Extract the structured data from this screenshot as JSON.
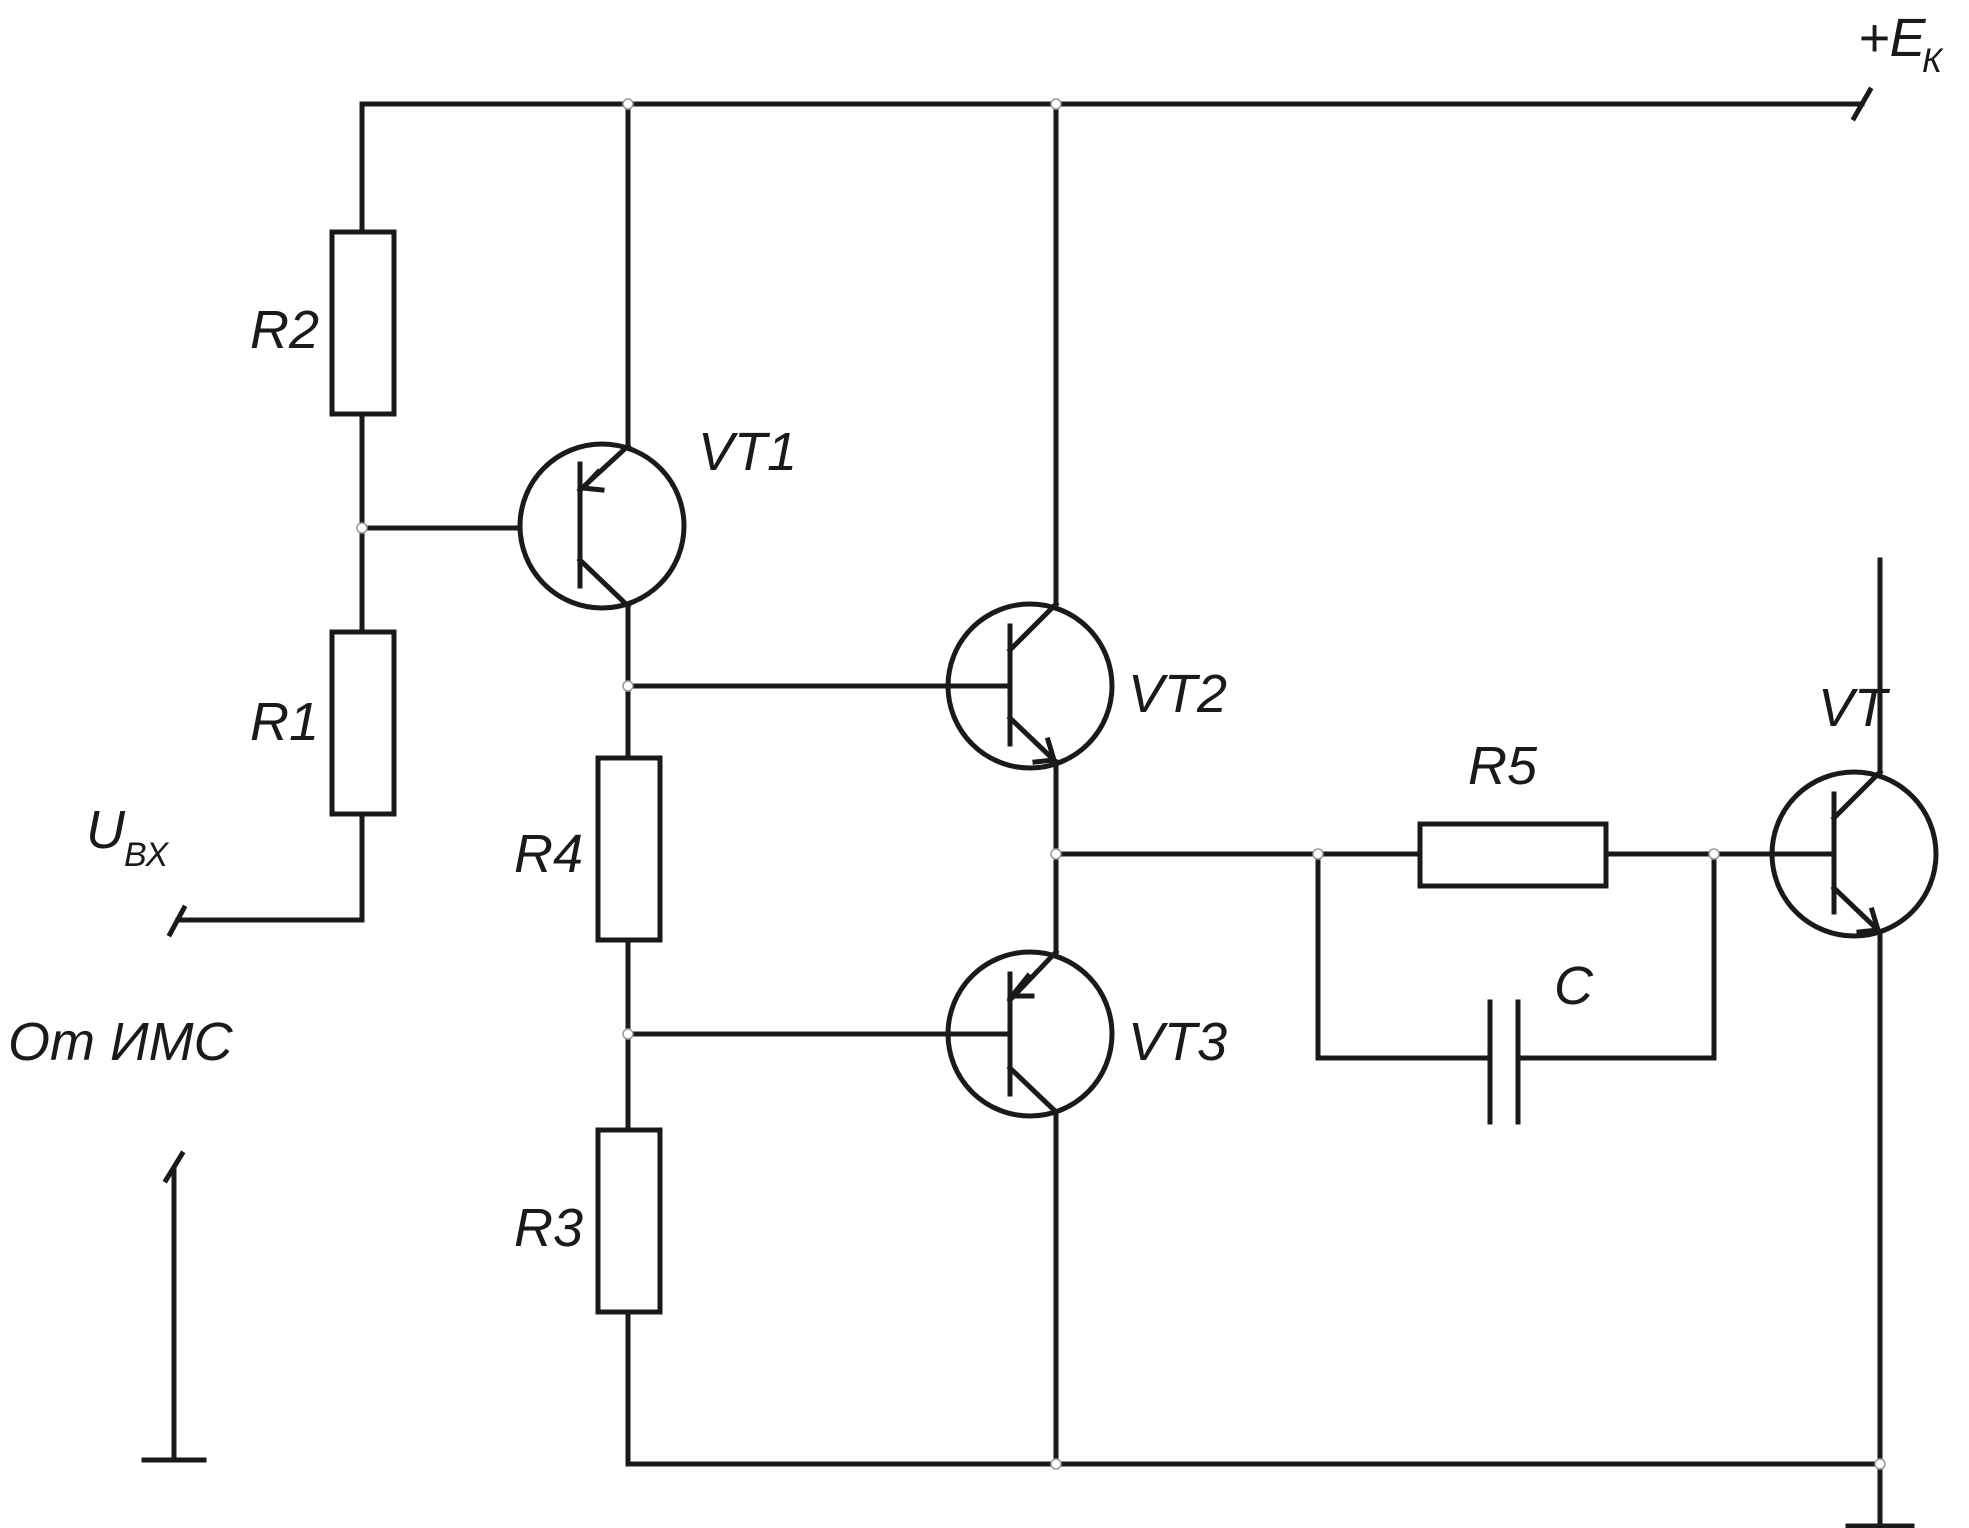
{
  "labels": {
    "supply": "+E",
    "supply_sub": "К",
    "input": "U",
    "input_sub": "ВХ",
    "source": "От ИМС",
    "r1": "R1",
    "r2": "R2",
    "r3": "R3",
    "r4": "R4",
    "r5": "R5",
    "c": "C",
    "vt1": "VT1",
    "vt2": "VT2",
    "vt3": "VT3",
    "vt": "VT"
  },
  "colors": {
    "line": "#1a1a1a",
    "background": "#ffffff",
    "junction": "#999999"
  }
}
